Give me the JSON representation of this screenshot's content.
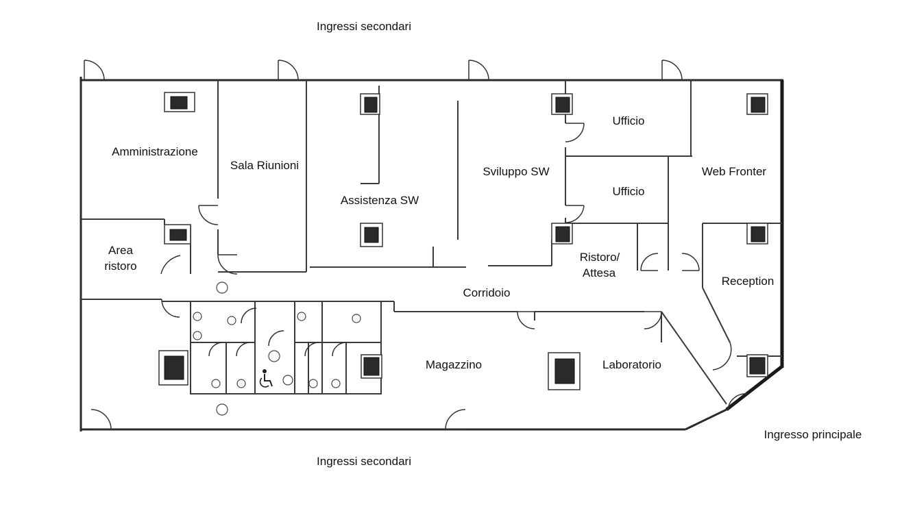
{
  "labels": {
    "top_entrances": "Ingressi secondari",
    "bottom_entrances": "Ingressi secondari",
    "main_entrance": "Ingresso principale"
  },
  "rooms": {
    "amministrazione": "Amministrazione",
    "sala_riunioni": "Sala Riunioni",
    "assistenza_sw": "Assistenza SW",
    "sviluppo_sw": "Sviluppo SW",
    "ufficio_1": "Ufficio",
    "ufficio_2": "Ufficio",
    "web_fronter": "Web Fronter",
    "area_ristoro_line1": "Area",
    "area_ristoro_line2": "ristoro",
    "ristoro_attesa_line1": "Ristoro/",
    "ristoro_attesa_line2": "Attesa",
    "reception": "Reception",
    "corridoio": "Corridoio",
    "magazzino": "Magazzino",
    "laboratorio": "Laboratorio"
  }
}
